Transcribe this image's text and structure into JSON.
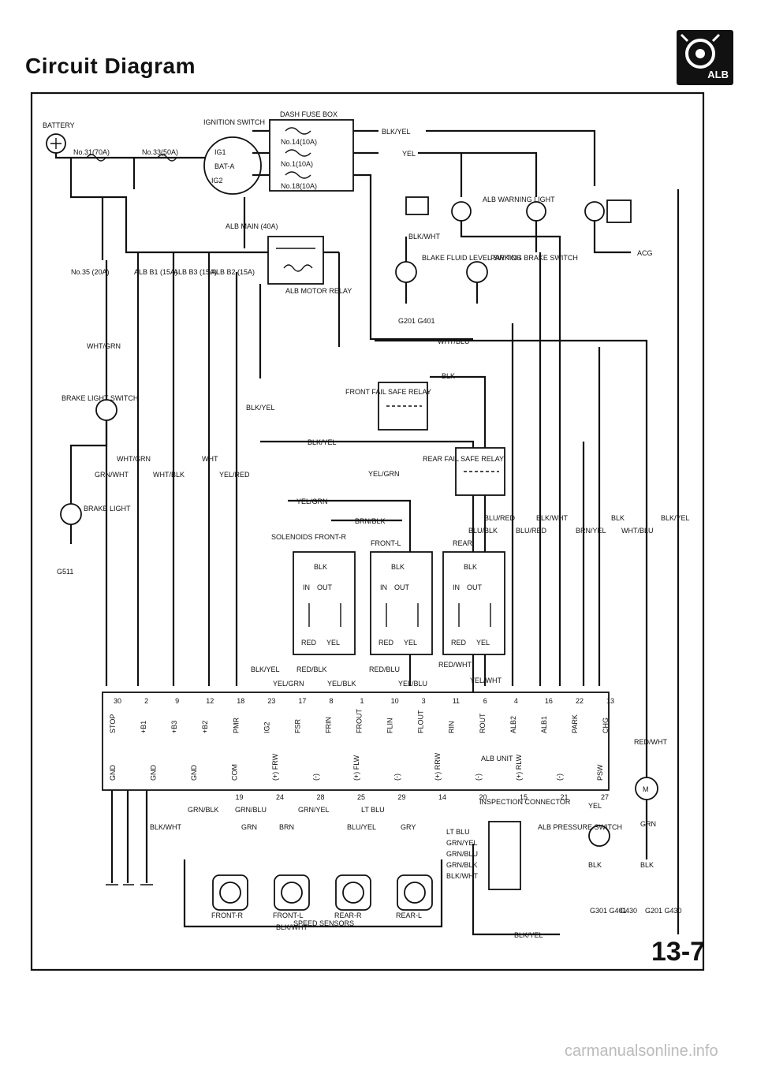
{
  "header": {
    "title": "Circuit Diagram",
    "badge": "ALB",
    "page_number": "13-7"
  },
  "watermark": "carmanualsonline.info",
  "power": {
    "battery": "BATTERY",
    "ignition_switch": "IGNITION SWITCH",
    "ig1": "IG1",
    "bat_a": "BAT-A",
    "ig2": "IG2",
    "fuse31": "No.31(70A)",
    "fuse33": "No.33(50A)",
    "fuse35": "No.35 (20A)",
    "dash_fuse_box": "DASH FUSE BOX",
    "fuse14": "No.14(10A)",
    "fuse1": "No.1(10A)",
    "fuse18": "No.18(10A)",
    "alb_main": "ALB MAIN (40A)",
    "alb_b1": "ALB B1 (15A)",
    "alb_b3": "ALB B3 (15A)",
    "alb_b2": "ALB B2 (15A)"
  },
  "components": {
    "motor_relay": "ALB MOTOR RELAY",
    "warning_light": "ALB WARNING LIGHT",
    "brake_fluid_switch": "BLAKE FLUID LEVEL SWITCH",
    "parking_brake_switch": "PARKING BRAKE SWITCH",
    "acg": "ACG",
    "g201_g401": "G201 G401",
    "brake_light_switch": "BRAKE LIGHT SWITCH",
    "brake_light": "BRAKE LIGHT",
    "g511": "G511",
    "front_fail_safe_relay": "FRONT FAIL SAFE RELAY",
    "rear_fail_safe_relay": "REAR FAIL SAFE RELAY",
    "solenoids_front_r": "SOLENOIDS FRONT-R",
    "front_l": "FRONT-L",
    "rear": "REAR",
    "alb_unit": "ALB UNIT",
    "inspection_connector": "INSPECTION CONNECTOR",
    "pressure_switch": "ALB PRESSURE SWITCH",
    "speed_sensors": "SPEED SENSORS",
    "sensor_front_r": "FRONT-R",
    "sensor_front_l": "FRONT-L",
    "sensor_rear_r": "REAR-R",
    "sensor_rear_l": "REAR-L",
    "motor": "M",
    "g301_g401": "G301 G401",
    "g430": "G430",
    "g201_g430": "G201 G430"
  },
  "solenoid_labels": {
    "blk": "BLK",
    "in": "IN",
    "out": "OUT",
    "red": "RED",
    "yel": "YEL"
  },
  "wires": {
    "blk_yel": "BLK/YEL",
    "yel": "YEL",
    "blk_wht": "BLK/WHT",
    "wht_blu": "WHT/BLU",
    "wht_grn": "WHT/GRN",
    "blk": "BLK",
    "grn_wht": "GRN/WHT",
    "wht_blk": "WHT/BLK",
    "wht": "WHT",
    "yel_red": "YEL/RED",
    "yel_grn": "YEL/GRN",
    "brn_blk": "BRN/BLK",
    "blu_red": "BLU/RED",
    "blu_blk": "BLU/BLK",
    "brn_yel": "BRN/YEL",
    "red_blk": "RED/BLK",
    "red_blu": "RED/BLU",
    "red_wht": "RED/WHT",
    "yel_blk": "YEL/BLK",
    "yel_blu": "YEL/BLU",
    "yel_wht": "YEL/WHT",
    "grn_blk": "GRN/BLK",
    "grn_blu": "GRN/BLU",
    "grn_yel": "GRN/YEL",
    "lt_blu": "LT BLU",
    "blu_yel": "BLU/YEL",
    "gry": "GRY",
    "grn": "GRN",
    "brn": "BRN"
  },
  "unit_top_pins": [
    {
      "num": "30",
      "name": "STOP"
    },
    {
      "num": "2",
      "name": "+B1"
    },
    {
      "num": "9",
      "name": "+B3"
    },
    {
      "num": "12",
      "name": "+B2"
    },
    {
      "num": "18",
      "name": "PMR"
    },
    {
      "num": "23",
      "name": "IG2"
    },
    {
      "num": "17",
      "name": "FSR"
    },
    {
      "num": "8",
      "name": "FRIN"
    },
    {
      "num": "1",
      "name": "FROUT"
    },
    {
      "num": "10",
      "name": "FLIN"
    },
    {
      "num": "3",
      "name": "FLOUT"
    },
    {
      "num": "11",
      "name": "RIN"
    },
    {
      "num": "6",
      "name": "ROUT"
    },
    {
      "num": "4",
      "name": "ALB2"
    },
    {
      "num": "16",
      "name": "ALB1"
    },
    {
      "num": "22",
      "name": "PARK"
    },
    {
      "num": "13",
      "name": "CHG"
    }
  ],
  "unit_bottom_pins": [
    {
      "num": "",
      "name": "GND"
    },
    {
      "num": "",
      "name": "GND"
    },
    {
      "num": "",
      "name": "GND"
    },
    {
      "num": "19",
      "name": "COM"
    },
    {
      "num": "24",
      "name": "(+) FRW"
    },
    {
      "num": "28",
      "name": "(-)"
    },
    {
      "num": "25",
      "name": "(+) FLW"
    },
    {
      "num": "29",
      "name": "(-)"
    },
    {
      "num": "14",
      "name": "(+) RRW"
    },
    {
      "num": "20",
      "name": "(-)"
    },
    {
      "num": "15",
      "name": "(+) RLW"
    },
    {
      "num": "21",
      "name": "(-)"
    },
    {
      "num": "27",
      "name": "PSW"
    }
  ]
}
